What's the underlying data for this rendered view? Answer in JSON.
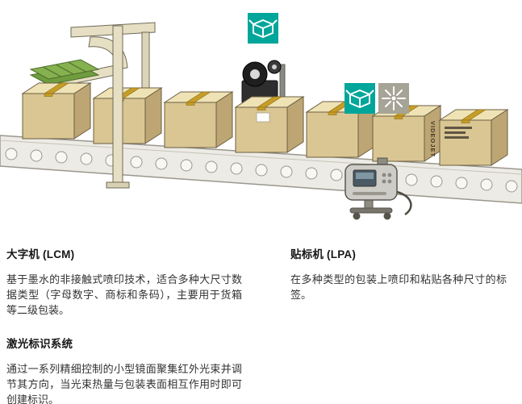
{
  "page": {
    "background": "#ffffff"
  },
  "icons": {
    "carton_color": "#00A69A",
    "laser_color": "#A6A497"
  },
  "illustration": {
    "machine_label": "VIDEOJET"
  },
  "sections": {
    "lcm": {
      "title": "大字机 (LCM)",
      "body": "基于墨水的非接触式喷印技术，适合多种大尺寸数据类型（字母数字、商标和条码），主要用于货箱等二级包装。"
    },
    "lpa": {
      "title": "贴标机 (LPA)",
      "body": "在多种类型的包装上喷印和粘贴各种尺寸的标签。"
    },
    "laser": {
      "title": "激光标识系统",
      "body": "通过一系列精细控制的小型镜面聚集红外光束并调节其方向，当光束热量与包装表面相互作用时即可创建标识。"
    }
  }
}
